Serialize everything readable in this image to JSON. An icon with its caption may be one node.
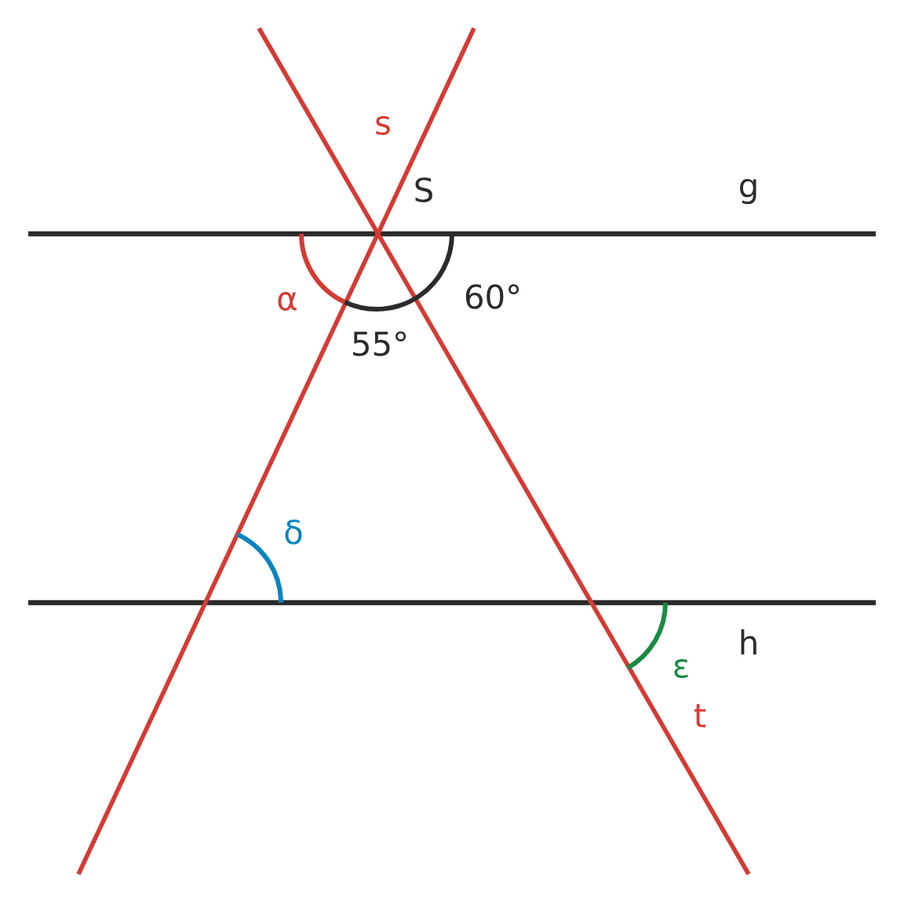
{
  "diagram": {
    "labels": [
      "s",
      "S",
      "g",
      "α",
      "60°",
      "55°",
      "δ",
      "h",
      "ε",
      "t"
    ]
  }
}
